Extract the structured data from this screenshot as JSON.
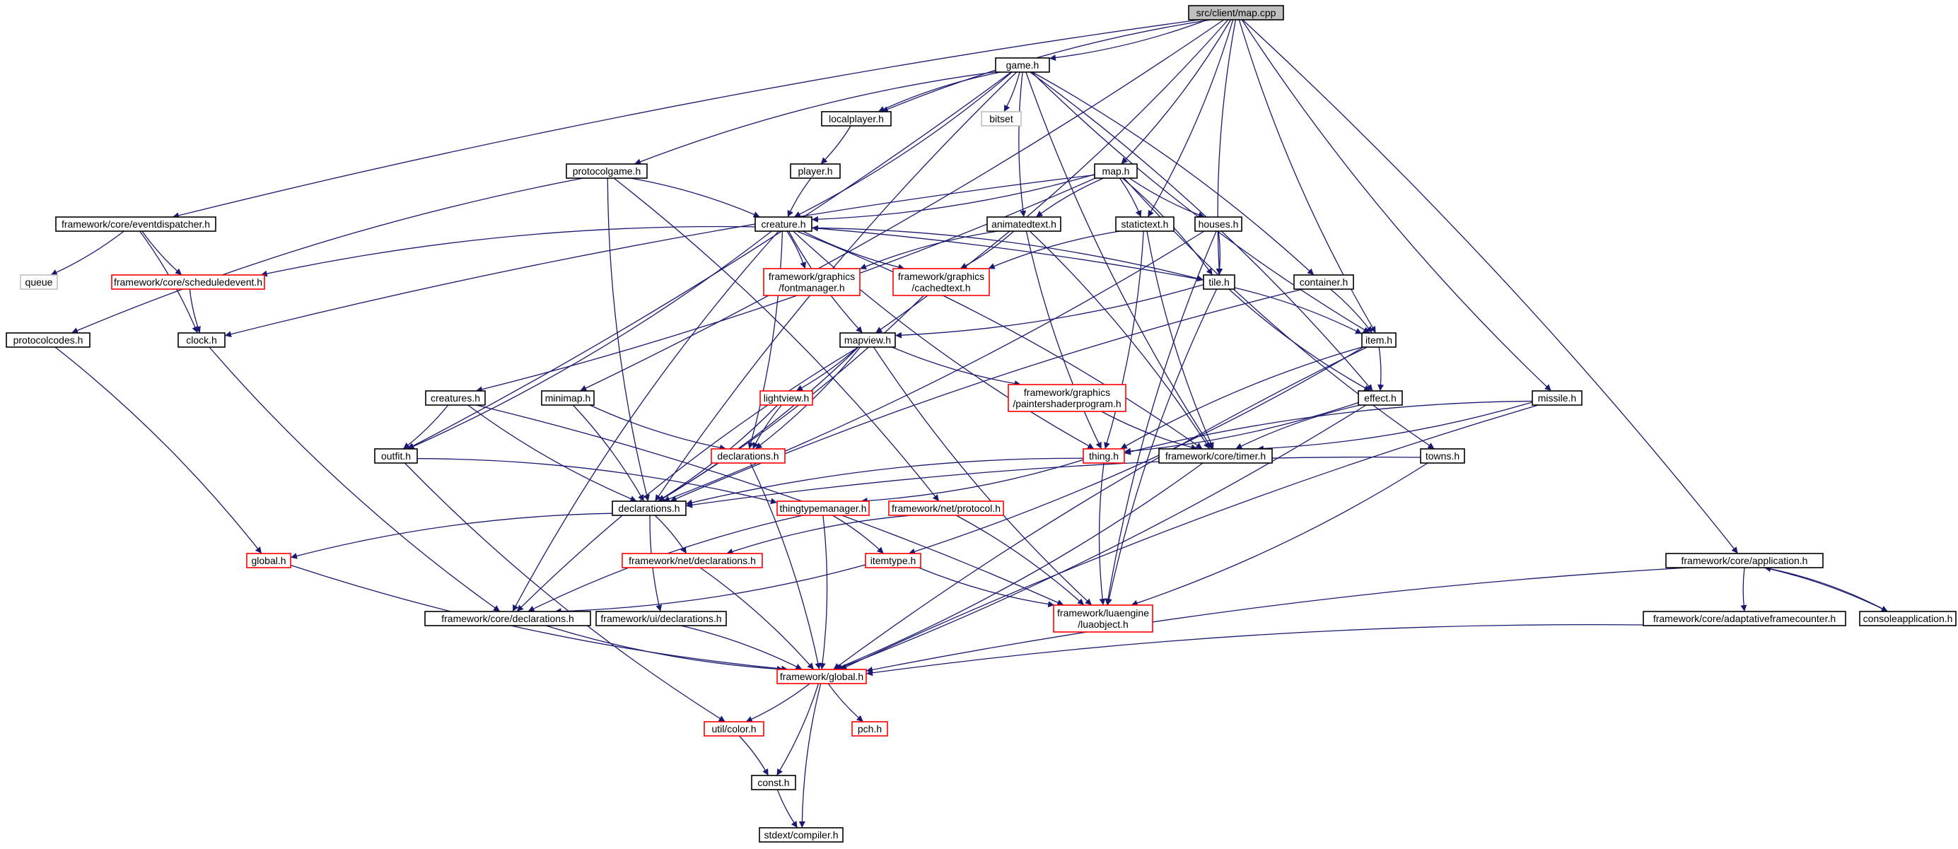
{
  "diagram": {
    "nodes": [
      {
        "id": "map_cpp",
        "lines": [
          "src/client/map.cpp"
        ],
        "kind": "root"
      },
      {
        "id": "game_h",
        "lines": [
          "game.h"
        ],
        "kind": "doc"
      },
      {
        "id": "localplayer_h",
        "lines": [
          "localplayer.h"
        ],
        "kind": "doc"
      },
      {
        "id": "bitset",
        "lines": [
          "bitset"
        ],
        "kind": "ext"
      },
      {
        "id": "player_h",
        "lines": [
          "player.h"
        ],
        "kind": "doc"
      },
      {
        "id": "protocolgame_h",
        "lines": [
          "protocolgame.h"
        ],
        "kind": "doc"
      },
      {
        "id": "map_h",
        "lines": [
          "map.h"
        ],
        "kind": "doc"
      },
      {
        "id": "eventdispatcher_h",
        "lines": [
          "framework/core/eventdispatcher.h"
        ],
        "kind": "doc"
      },
      {
        "id": "creature_h",
        "lines": [
          "creature.h"
        ],
        "kind": "doc"
      },
      {
        "id": "animatedtext_h",
        "lines": [
          "animatedtext.h"
        ],
        "kind": "doc"
      },
      {
        "id": "statictext_h",
        "lines": [
          "statictext.h"
        ],
        "kind": "doc"
      },
      {
        "id": "houses_h",
        "lines": [
          "houses.h"
        ],
        "kind": "doc"
      },
      {
        "id": "queue",
        "lines": [
          "queue"
        ],
        "kind": "ext"
      },
      {
        "id": "scheduledevent_h",
        "lines": [
          "framework/core/scheduledevent.h"
        ],
        "kind": "trunc"
      },
      {
        "id": "fontmanager_h",
        "lines": [
          "framework/graphics",
          "/fontmanager.h"
        ],
        "kind": "trunc"
      },
      {
        "id": "cachedtext_h",
        "lines": [
          "framework/graphics",
          "/cachedtext.h"
        ],
        "kind": "trunc"
      },
      {
        "id": "tile_h",
        "lines": [
          "tile.h"
        ],
        "kind": "doc"
      },
      {
        "id": "container_h",
        "lines": [
          "container.h"
        ],
        "kind": "doc"
      },
      {
        "id": "protocolcodes_h",
        "lines": [
          "protocolcodes.h"
        ],
        "kind": "doc"
      },
      {
        "id": "clock_h",
        "lines": [
          "clock.h"
        ],
        "kind": "doc"
      },
      {
        "id": "mapview_h",
        "lines": [
          "mapview.h"
        ],
        "kind": "doc"
      },
      {
        "id": "item_h",
        "lines": [
          "item.h"
        ],
        "kind": "doc"
      },
      {
        "id": "creatures_h",
        "lines": [
          "creatures.h"
        ],
        "kind": "doc"
      },
      {
        "id": "minimap_h",
        "lines": [
          "minimap.h"
        ],
        "kind": "doc"
      },
      {
        "id": "lightview_h",
        "lines": [
          "lightview.h"
        ],
        "kind": "trunc"
      },
      {
        "id": "paintershader_h",
        "lines": [
          "framework/graphics",
          "/paintershaderprogram.h"
        ],
        "kind": "trunc"
      },
      {
        "id": "effect_h",
        "lines": [
          "effect.h"
        ],
        "kind": "doc"
      },
      {
        "id": "missile_h",
        "lines": [
          "missile.h"
        ],
        "kind": "doc"
      },
      {
        "id": "outfit_h",
        "lines": [
          "outfit.h"
        ],
        "kind": "doc"
      },
      {
        "id": "declarations_r_h",
        "lines": [
          "declarations.h"
        ],
        "kind": "trunc"
      },
      {
        "id": "thing_h",
        "lines": [
          "thing.h"
        ],
        "kind": "trunc"
      },
      {
        "id": "timer_h",
        "lines": [
          "framework/core/timer.h"
        ],
        "kind": "doc"
      },
      {
        "id": "towns_h",
        "lines": [
          "towns.h"
        ],
        "kind": "doc"
      },
      {
        "id": "declarations_h",
        "lines": [
          "declarations.h"
        ],
        "kind": "doc"
      },
      {
        "id": "thingtypemanager_h",
        "lines": [
          "thingtypemanager.h"
        ],
        "kind": "trunc"
      },
      {
        "id": "net_protocol_h",
        "lines": [
          "framework/net/protocol.h"
        ],
        "kind": "trunc"
      },
      {
        "id": "application_h",
        "lines": [
          "framework/core/application.h"
        ],
        "kind": "doc"
      },
      {
        "id": "global_h",
        "lines": [
          "global.h"
        ],
        "kind": "trunc"
      },
      {
        "id": "net_declarations_h",
        "lines": [
          "framework/net/declarations.h"
        ],
        "kind": "trunc"
      },
      {
        "id": "itemtype_h",
        "lines": [
          "itemtype.h"
        ],
        "kind": "trunc"
      },
      {
        "id": "core_declarations_h",
        "lines": [
          "framework/core/declarations.h"
        ],
        "kind": "doc"
      },
      {
        "id": "ui_declarations_h",
        "lines": [
          "framework/ui/declarations.h"
        ],
        "kind": "doc"
      },
      {
        "id": "luaobject_h",
        "lines": [
          "framework/luaengine",
          "/luaobject.h"
        ],
        "kind": "trunc"
      },
      {
        "id": "adaptative_h",
        "lines": [
          "framework/core/adaptativeframecounter.h"
        ],
        "kind": "doc"
      },
      {
        "id": "consoleapp_h",
        "lines": [
          "consoleapplication.h"
        ],
        "kind": "doc"
      },
      {
        "id": "fw_global_h",
        "lines": [
          "framework/global.h"
        ],
        "kind": "trunc"
      },
      {
        "id": "color_h",
        "lines": [
          "util/color.h"
        ],
        "kind": "trunc"
      },
      {
        "id": "pch_h",
        "lines": [
          "pch.h"
        ],
        "kind": "trunc"
      },
      {
        "id": "const_h",
        "lines": [
          "const.h"
        ],
        "kind": "doc"
      },
      {
        "id": "compiler_h",
        "lines": [
          "stdext/compiler.h"
        ],
        "kind": "doc"
      }
    ],
    "edges": [
      [
        "map_cpp",
        "game_h"
      ],
      [
        "map_cpp",
        "localplayer_h"
      ],
      [
        "map_cpp",
        "map_h"
      ],
      [
        "map_cpp",
        "eventdispatcher_h"
      ],
      [
        "map_cpp",
        "statictext_h"
      ],
      [
        "map_cpp",
        "tile_h"
      ],
      [
        "map_cpp",
        "mapview_h"
      ],
      [
        "map_cpp",
        "item_h"
      ],
      [
        "map_cpp",
        "minimap_h"
      ],
      [
        "map_cpp",
        "missile_h"
      ],
      [
        "map_cpp",
        "application_h"
      ],
      [
        "game_h",
        "localplayer_h"
      ],
      [
        "game_h",
        "bitset"
      ],
      [
        "game_h",
        "protocolgame_h"
      ],
      [
        "game_h",
        "creature_h"
      ],
      [
        "game_h",
        "animatedtext_h"
      ],
      [
        "game_h",
        "container_h"
      ],
      [
        "game_h",
        "item_h"
      ],
      [
        "game_h",
        "effect_h"
      ],
      [
        "game_h",
        "timer_h"
      ],
      [
        "game_h",
        "outfit_h"
      ],
      [
        "game_h",
        "declarations_h"
      ],
      [
        "localplayer_h",
        "player_h"
      ],
      [
        "player_h",
        "creature_h"
      ],
      [
        "protocolgame_h",
        "creature_h"
      ],
      [
        "protocolgame_h",
        "protocolcodes_h"
      ],
      [
        "protocolgame_h",
        "net_protocol_h"
      ],
      [
        "protocolgame_h",
        "declarations_h"
      ],
      [
        "map_h",
        "creature_h"
      ],
      [
        "map_h",
        "animatedtext_h"
      ],
      [
        "map_h",
        "statictext_h"
      ],
      [
        "map_h",
        "houses_h"
      ],
      [
        "map_h",
        "tile_h"
      ],
      [
        "map_h",
        "towns_h"
      ],
      [
        "map_h",
        "creatures_h"
      ],
      [
        "map_h",
        "clock_h"
      ],
      [
        "eventdispatcher_h",
        "queue"
      ],
      [
        "eventdispatcher_h",
        "scheduledevent_h"
      ],
      [
        "eventdispatcher_h",
        "clock_h"
      ],
      [
        "creature_h",
        "scheduledevent_h"
      ],
      [
        "creature_h",
        "fontmanager_h"
      ],
      [
        "creature_h",
        "cachedtext_h"
      ],
      [
        "creature_h",
        "tile_h"
      ],
      [
        "creature_h",
        "mapview_h"
      ],
      [
        "creature_h",
        "outfit_h"
      ],
      [
        "creature_h",
        "thing_h"
      ],
      [
        "creature_h",
        "timer_h"
      ],
      [
        "creature_h",
        "core_declarations_h"
      ],
      [
        "creature_h",
        "declarations_r_h"
      ],
      [
        "animatedtext_h",
        "fontmanager_h"
      ],
      [
        "animatedtext_h",
        "cachedtext_h"
      ],
      [
        "animatedtext_h",
        "thing_h"
      ],
      [
        "animatedtext_h",
        "timer_h"
      ],
      [
        "statictext_h",
        "cachedtext_h"
      ],
      [
        "statictext_h",
        "thing_h"
      ],
      [
        "statictext_h",
        "timer_h"
      ],
      [
        "houses_h",
        "tile_h"
      ],
      [
        "houses_h",
        "luaobject_h"
      ],
      [
        "houses_h",
        "declarations_h"
      ],
      [
        "scheduledevent_h",
        "clock_h"
      ],
      [
        "protocolcodes_h",
        "global_h"
      ],
      [
        "clock_h",
        "core_declarations_h"
      ],
      [
        "cachedtext_h",
        "declarations_h"
      ],
      [
        "tile_h",
        "creature_h"
      ],
      [
        "tile_h",
        "item_h"
      ],
      [
        "tile_h",
        "effect_h"
      ],
      [
        "tile_h",
        "mapview_h"
      ],
      [
        "tile_h",
        "luaobject_h"
      ],
      [
        "container_h",
        "item_h"
      ],
      [
        "container_h",
        "declarations_h"
      ],
      [
        "mapview_h",
        "lightview_h"
      ],
      [
        "mapview_h",
        "paintershader_h"
      ],
      [
        "mapview_h",
        "declarations_r_h"
      ],
      [
        "mapview_h",
        "luaobject_h"
      ],
      [
        "mapview_h",
        "declarations_h"
      ],
      [
        "mapview_h",
        "core_declarations_h"
      ],
      [
        "item_h",
        "effect_h"
      ],
      [
        "item_h",
        "thing_h"
      ],
      [
        "item_h",
        "itemtype_h"
      ],
      [
        "item_h",
        "fw_global_h"
      ],
      [
        "creatures_h",
        "outfit_h"
      ],
      [
        "creatures_h",
        "declarations_h"
      ],
      [
        "creatures_h",
        "luaobject_h"
      ],
      [
        "minimap_h",
        "declarations_r_h"
      ],
      [
        "minimap_h",
        "declarations_h"
      ],
      [
        "lightview_h",
        "declarations_r_h"
      ],
      [
        "lightview_h",
        "declarations_h"
      ],
      [
        "paintershader_h",
        "timer_h"
      ],
      [
        "effect_h",
        "thing_h"
      ],
      [
        "effect_h",
        "timer_h"
      ],
      [
        "effect_h",
        "fw_global_h"
      ],
      [
        "missile_h",
        "thing_h"
      ],
      [
        "missile_h",
        "timer_h"
      ],
      [
        "missile_h",
        "fw_global_h"
      ],
      [
        "outfit_h",
        "thingtypemanager_h"
      ],
      [
        "outfit_h",
        "color_h"
      ],
      [
        "declarations_r_h",
        "fw_global_h"
      ],
      [
        "thing_h",
        "declarations_h"
      ],
      [
        "thing_h",
        "thingtypemanager_h"
      ],
      [
        "thing_h",
        "luaobject_h"
      ],
      [
        "timer_h",
        "fw_global_h"
      ],
      [
        "towns_h",
        "declarations_h"
      ],
      [
        "towns_h",
        "luaobject_h"
      ],
      [
        "declarations_h",
        "global_h"
      ],
      [
        "declarations_h",
        "net_declarations_h"
      ],
      [
        "declarations_h",
        "ui_declarations_h"
      ],
      [
        "thingtypemanager_h",
        "itemtype_h"
      ],
      [
        "thingtypemanager_h",
        "core_declarations_h"
      ],
      [
        "thingtypemanager_h",
        "fw_global_h"
      ],
      [
        "net_protocol_h",
        "net_declarations_h"
      ],
      [
        "net_protocol_h",
        "luaobject_h"
      ],
      [
        "application_h",
        "adaptative_h"
      ],
      [
        "application_h",
        "consoleapp_h"
      ],
      [
        "application_h",
        "fw_global_h"
      ],
      [
        "consoleapp_h",
        "application_h"
      ],
      [
        "global_h",
        "fw_global_h"
      ],
      [
        "net_declarations_h",
        "fw_global_h"
      ],
      [
        "itemtype_h",
        "luaobject_h"
      ],
      [
        "itemtype_h",
        "core_declarations_h"
      ],
      [
        "core_declarations_h",
        "fw_global_h"
      ],
      [
        "ui_declarations_h",
        "fw_global_h"
      ],
      [
        "adaptative_h",
        "fw_global_h"
      ],
      [
        "fw_global_h",
        "color_h"
      ],
      [
        "fw_global_h",
        "pch_h"
      ],
      [
        "fw_global_h",
        "const_h"
      ],
      [
        "fw_global_h",
        "compiler_h"
      ],
      [
        "color_h",
        "const_h"
      ],
      [
        "const_h",
        "compiler_h"
      ]
    ],
    "colors": {
      "edge": "#191970",
      "doc_border": "#000000",
      "trunc_border": "#ff0000",
      "ext_border": "#bfbfbf",
      "root_fill": "#bfbfbf",
      "text": "#000000"
    }
  }
}
